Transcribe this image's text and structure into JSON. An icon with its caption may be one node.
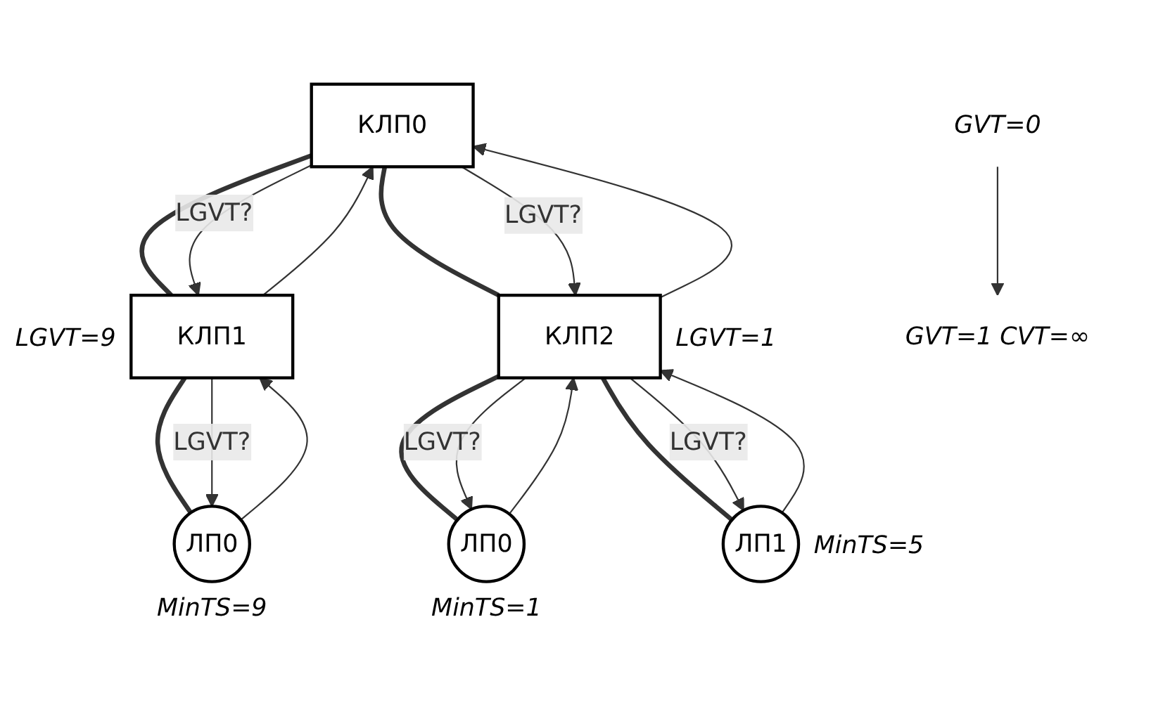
{
  "diagram": {
    "nodes": [
      {
        "text": [
          "КЛП0"
        ]
      },
      {
        "text": [
          "GVT=0"
        ]
      },
      {
        "text": [
          "GVT=1 CVT=∞"
        ]
      },
      {
        "text": [
          "КЛП1"
        ],
        "beside": [
          "LGVT=9"
        ]
      },
      {
        "text": [
          "КЛП2"
        ],
        "beside": [
          "LGVT=1"
        ]
      },
      {
        "text": [
          "ЛП0"
        ],
        "beside": [
          "MinTS=9"
        ]
      },
      {
        "text": [
          "ЛП0"
        ],
        "beside": [
          "MinTS=1"
        ]
      },
      {
        "text": [
          "ЛП1"
        ],
        "beside": [
          "MinTS=5"
        ]
      }
    ],
    "edges": [
      {
        "from": 1,
        "to": 2,
        "arrow": "to"
      },
      {
        "from": 0,
        "to": 3,
        "arrow": "none",
        "style": "thick"
      },
      {
        "from": 0,
        "to": 3,
        "arrow": "to",
        "label": "LGVT?"
      },
      {
        "from": 3,
        "to": 0,
        "arrow": "to"
      },
      {
        "from": 0,
        "to": 4,
        "arrow": "none",
        "style": "thick"
      },
      {
        "from": 0,
        "to": 4,
        "arrow": "to",
        "label": "LGVT?"
      },
      {
        "from": 4,
        "to": 0,
        "arrow": "to"
      },
      {
        "from": 3,
        "to": 5,
        "arrow": "none",
        "style": "thick"
      },
      {
        "from": 3,
        "to": 5,
        "arrow": "to",
        "label": "LGVT?"
      },
      {
        "from": 5,
        "to": 3,
        "arrow": "to"
      },
      {
        "from": 4,
        "to": 6,
        "arrow": "none",
        "style": "thick"
      },
      {
        "from": 4,
        "to": 6,
        "arrow": "to",
        "label": "LGVT?"
      },
      {
        "from": 6,
        "to": 4,
        "arrow": "to"
      },
      {
        "from": 4,
        "to": 7,
        "arrow": "none",
        "style": "thick"
      },
      {
        "from": 4,
        "to": 7,
        "arrow": "to",
        "label": "LGVT?"
      },
      {
        "from": 7,
        "to": 4,
        "arrow": "to"
      }
    ]
  }
}
